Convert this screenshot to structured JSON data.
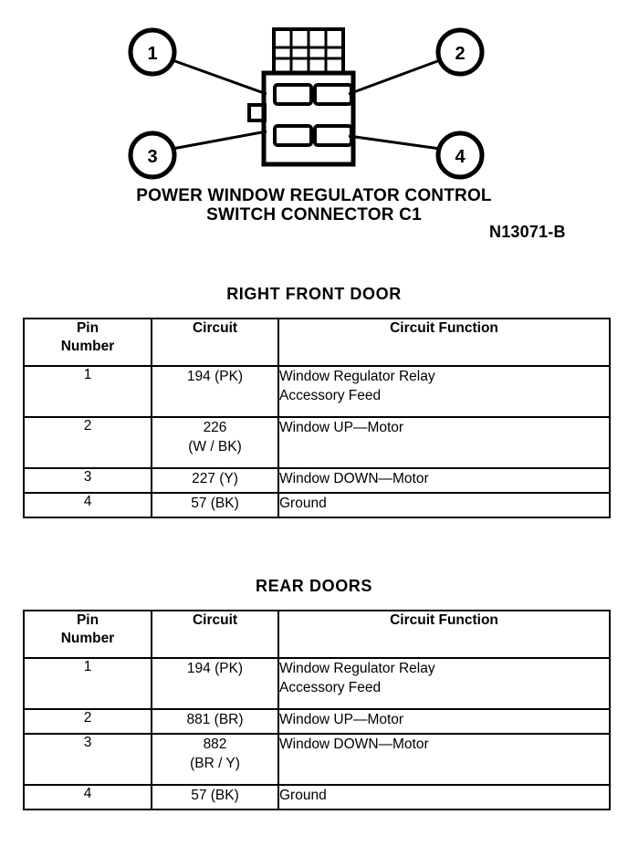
{
  "diagram": {
    "title_line1": "POWER WINDOW REGULATOR CONTROL",
    "title_line2": "SWITCH CONNECTOR C1",
    "reference_code": "N13071-B",
    "callouts": [
      {
        "label": "1",
        "position": "top-left"
      },
      {
        "label": "2",
        "position": "top-right"
      },
      {
        "label": "3",
        "position": "bottom-left"
      },
      {
        "label": "4",
        "position": "bottom-right"
      }
    ]
  },
  "tables": [
    {
      "heading": "RIGHT FRONT DOOR",
      "columns": [
        "Pin",
        "Number",
        "Circuit",
        "Circuit Function"
      ],
      "header": {
        "pin_line1": "Pin",
        "pin_line2": "Number",
        "circuit": "Circuit",
        "function": "Circuit Function"
      },
      "rows": [
        {
          "pin": "1",
          "circuit_line1": "194 (PK)",
          "circuit_line2": "",
          "function_line1": "Window Regulator Relay",
          "function_line2": "Accessory Feed"
        },
        {
          "pin": "2",
          "circuit_line1": "226",
          "circuit_line2": "(W / BK)",
          "function_line1": "Window UP—Motor",
          "function_line2": ""
        },
        {
          "pin": "3",
          "circuit_line1": "227 (Y)",
          "circuit_line2": "",
          "function_line1": "Window DOWN—Motor",
          "function_line2": ""
        },
        {
          "pin": "4",
          "circuit_line1": "57 (BK)",
          "circuit_line2": "",
          "function_line1": "Ground",
          "function_line2": ""
        }
      ]
    },
    {
      "heading": "REAR DOORS",
      "columns": [
        "Pin",
        "Number",
        "Circuit",
        "Circuit Function"
      ],
      "header": {
        "pin_line1": "Pin",
        "pin_line2": "Number",
        "circuit": "Circuit",
        "function": "Circuit Function"
      },
      "rows": [
        {
          "pin": "1",
          "circuit_line1": "194 (PK)",
          "circuit_line2": "",
          "function_line1": "Window Regulator Relay",
          "function_line2": "Accessory Feed"
        },
        {
          "pin": "2",
          "circuit_line1": "881 (BR)",
          "circuit_line2": "",
          "function_line1": "Window UP—Motor",
          "function_line2": ""
        },
        {
          "pin": "3",
          "circuit_line1": "882",
          "circuit_line2": "(BR / Y)",
          "function_line1": "Window DOWN—Motor",
          "function_line2": ""
        },
        {
          "pin": "4",
          "circuit_line1": "57 (BK)",
          "circuit_line2": "",
          "function_line1": "Ground",
          "function_line2": ""
        }
      ]
    }
  ],
  "colors": {
    "ink": "#000000",
    "paper": "#ffffff"
  }
}
